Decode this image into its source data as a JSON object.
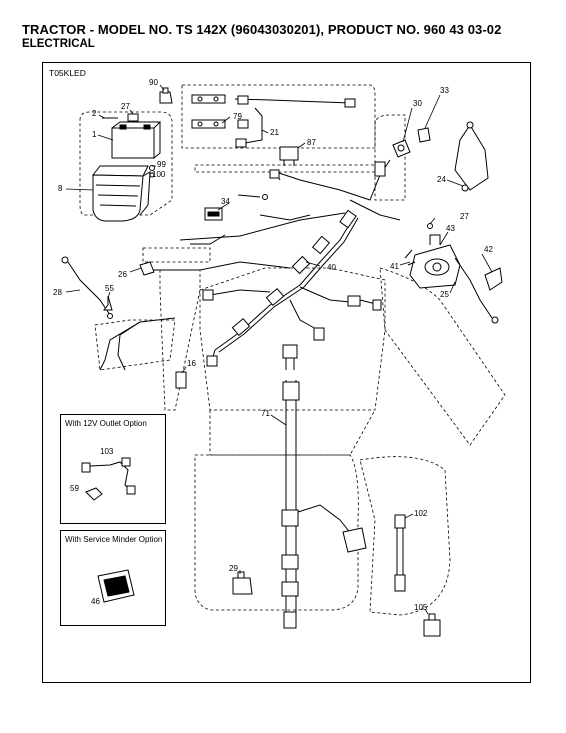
{
  "header": {
    "title": "TRACTOR - MODEL NO. TS 142X (96043030201), PRODUCT NO. 960 43 03-02",
    "subtitle": "ELECTRICAL"
  },
  "diagram": {
    "code": "T05KLED",
    "option_boxes": {
      "outlet": "With 12V Outlet Option",
      "minder": "With Service Minder Option"
    },
    "part_labels": {
      "p90": "90",
      "p2": "2",
      "p27a": "27",
      "p1": "1",
      "p79": "79",
      "p21": "21",
      "p87": "87",
      "p99": "99",
      "p100": "100",
      "p8": "8",
      "p34": "34",
      "p30": "30",
      "p33": "33",
      "p24": "24",
      "p27b": "27",
      "p43": "43",
      "p42": "42",
      "p41": "41",
      "p25": "25",
      "p26": "26",
      "p40": "40",
      "p28": "28",
      "p55": "55",
      "p16": "16",
      "p71": "71",
      "p103": "103",
      "p59": "59",
      "p46": "46",
      "p29": "29",
      "p102": "102",
      "p105": "105"
    }
  }
}
